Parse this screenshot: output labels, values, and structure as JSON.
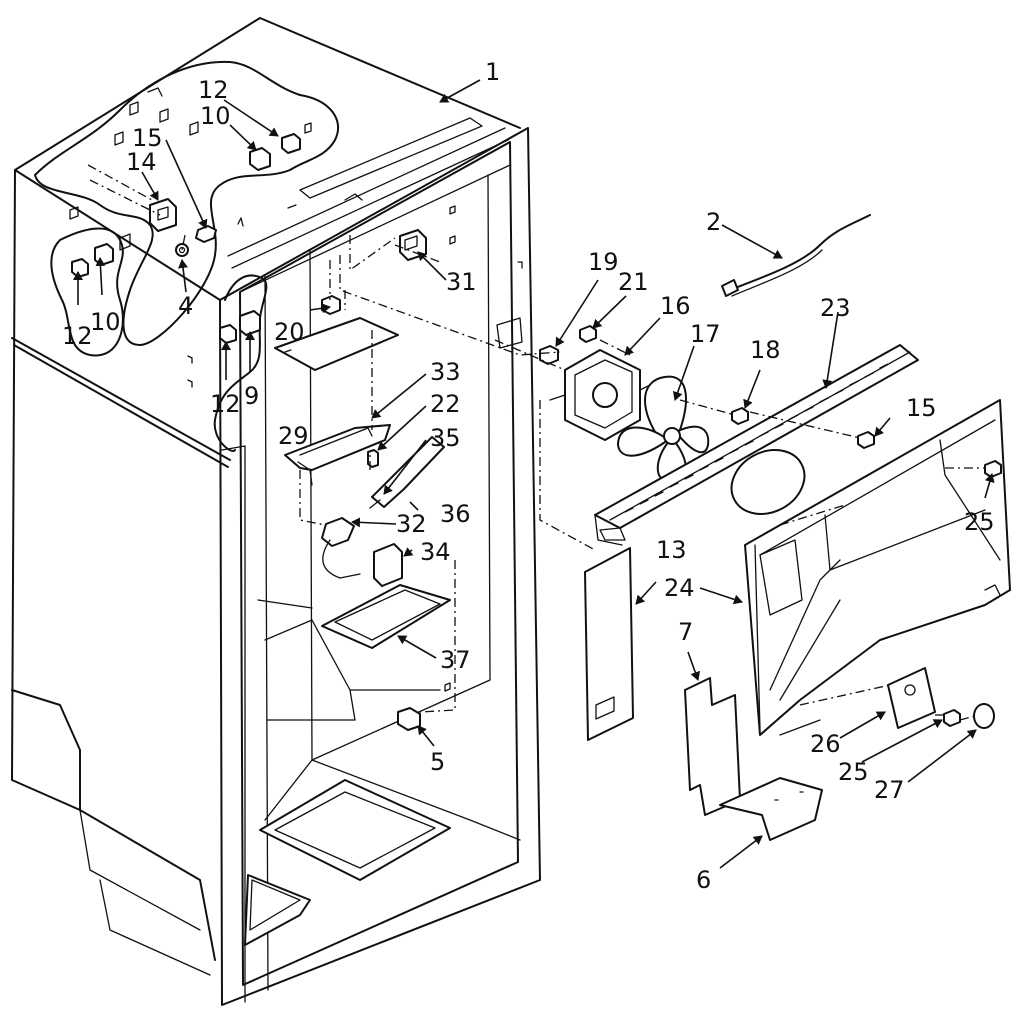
{
  "callouts": [
    {
      "id": "c1",
      "label": "1"
    },
    {
      "id": "c2",
      "label": "2"
    },
    {
      "id": "c4",
      "label": "4"
    },
    {
      "id": "c5",
      "label": "5"
    },
    {
      "id": "c6",
      "label": "6"
    },
    {
      "id": "c7",
      "label": "7"
    },
    {
      "id": "c9",
      "label": "9"
    },
    {
      "id": "c10a",
      "label": "10"
    },
    {
      "id": "c10b",
      "label": "10"
    },
    {
      "id": "c12a",
      "label": "12"
    },
    {
      "id": "c12b",
      "label": "12"
    },
    {
      "id": "c12c",
      "label": "12"
    },
    {
      "id": "c13",
      "label": "13"
    },
    {
      "id": "c14",
      "label": "14"
    },
    {
      "id": "c15a",
      "label": "15"
    },
    {
      "id": "c15b",
      "label": "15"
    },
    {
      "id": "c16",
      "label": "16"
    },
    {
      "id": "c17",
      "label": "17"
    },
    {
      "id": "c18",
      "label": "18"
    },
    {
      "id": "c19",
      "label": "19"
    },
    {
      "id": "c20",
      "label": "20"
    },
    {
      "id": "c21",
      "label": "21"
    },
    {
      "id": "c22",
      "label": "22"
    },
    {
      "id": "c23",
      "label": "23"
    },
    {
      "id": "c24",
      "label": "24"
    },
    {
      "id": "c25a",
      "label": "25"
    },
    {
      "id": "c25b",
      "label": "25"
    },
    {
      "id": "c26",
      "label": "26"
    },
    {
      "id": "c27",
      "label": "27"
    },
    {
      "id": "c29",
      "label": "29"
    },
    {
      "id": "c31",
      "label": "31"
    },
    {
      "id": "c32",
      "label": "32"
    },
    {
      "id": "c33",
      "label": "33"
    },
    {
      "id": "c34",
      "label": "34"
    },
    {
      "id": "c35",
      "label": "35"
    },
    {
      "id": "c36",
      "label": "36"
    },
    {
      "id": "c37",
      "label": "37"
    }
  ]
}
